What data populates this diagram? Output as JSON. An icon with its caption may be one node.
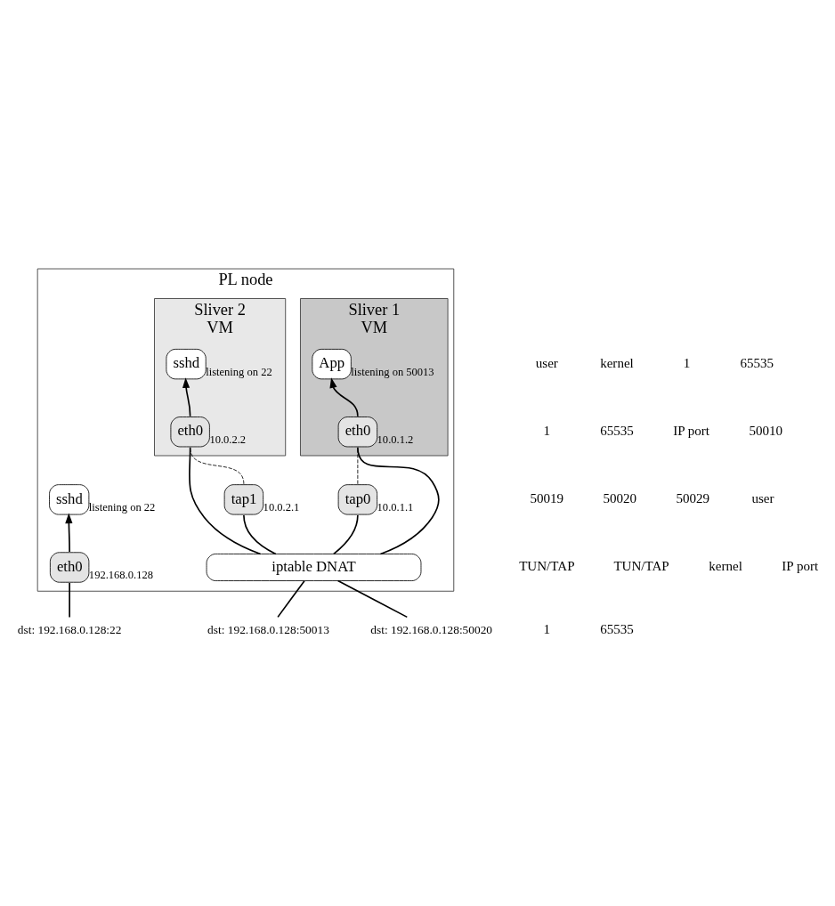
{
  "diagram": {
    "nodes": [
      {
        "text": [
          "PL node"
        ]
      },
      {
        "text": [
          "Sliver 1",
          "VM"
        ],
        "in": 0
      },
      {
        "text": [
          "App"
        ],
        "in": 1,
        "beside": [
          "listening on 50013"
        ]
      },
      {
        "text": [
          "eth0"
        ],
        "in": 1,
        "beside": [
          "10.0.1.2"
        ]
      },
      {
        "text": [
          "Sliver 2",
          "VM"
        ],
        "in": 0
      },
      {
        "text": [
          "sshd"
        ],
        "in": 4,
        "beside": [
          "listening on 22"
        ]
      },
      {
        "text": [
          "eth0"
        ],
        "in": 4,
        "beside": [
          "10.0.2.2"
        ]
      },
      {
        "text": [
          "sshd"
        ],
        "in": 0,
        "beside": [
          "listening on 22"
        ]
      },
      {
        "text": [
          "eth0"
        ],
        "in": 0,
        "beside": [
          "192.168.0.128"
        ]
      },
      {
        "text": [
          "tap0"
        ],
        "in": 0,
        "beside": [
          "10.0.1.1"
        ]
      },
      {
        "text": [
          "tap1"
        ],
        "in": 0,
        "beside": [
          "10.0.2.1"
        ]
      },
      {
        "text": [
          "iptable DNAT"
        ],
        "in": 0
      },
      {
        "text": [
          "dst: 192.168.0.128:22"
        ]
      },
      {
        "text": [
          "dst: 192.168.0.128:50013"
        ]
      },
      {
        "text": [
          "dst: 192.168.0.128:50020"
        ]
      }
    ],
    "edges": [
      {
        "from": 12,
        "to": 8,
        "arrow": "none"
      },
      {
        "from": 8,
        "to": 7,
        "arrow": "to"
      },
      {
        "from": 13,
        "to": 11,
        "arrow": "none"
      },
      {
        "from": 11,
        "to": 9,
        "arrow": "none"
      },
      {
        "from": 9,
        "to": 3,
        "arrow": "none",
        "style": "dashed"
      },
      {
        "from": 11,
        "to": 3,
        "arrow": "none"
      },
      {
        "from": 3,
        "to": 2,
        "arrow": "to"
      },
      {
        "from": 14,
        "to": 11,
        "arrow": "none"
      },
      {
        "from": 11,
        "to": 10,
        "arrow": "none"
      },
      {
        "from": 10,
        "to": 6,
        "arrow": "none",
        "style": "dashed"
      },
      {
        "from": 11,
        "to": 6,
        "arrow": "none"
      },
      {
        "from": 6,
        "to": 5,
        "arrow": "to"
      }
    ],
    "labels": [
      "user",
      "kernel",
      "1",
      "65535",
      "1",
      "65535",
      "IP port",
      "50010",
      "50019",
      "50020",
      "50029",
      "user",
      "TUN/TAP",
      "TUN/TAP",
      "kernel",
      "IP port",
      "1",
      "65535"
    ]
  }
}
